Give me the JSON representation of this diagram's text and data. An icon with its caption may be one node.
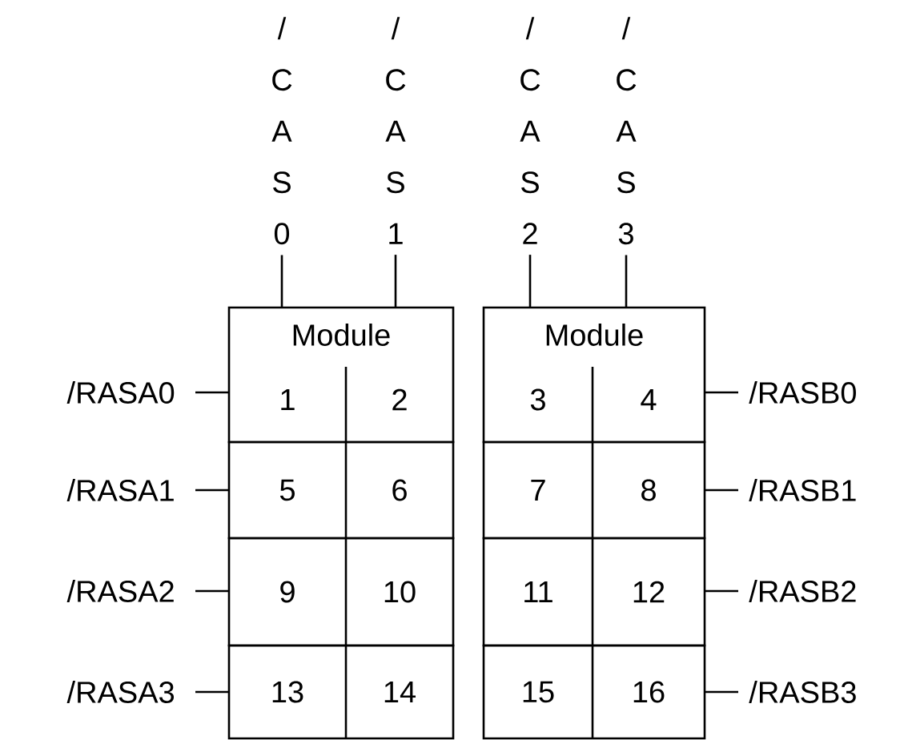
{
  "diagram": {
    "nodes": [
      {
        "text": [
          "Module"
        ]
      },
      {
        "text": [
          "1"
        ],
        "in": 0
      },
      {
        "text": [
          "2"
        ],
        "in": 0
      },
      {
        "text": [
          "Module"
        ]
      },
      {
        "text": [
          "3"
        ],
        "in": 3
      },
      {
        "text": [
          "4"
        ],
        "in": 3
      },
      {
        "text": [],
        "shape": "box"
      },
      {
        "text": [
          "5"
        ],
        "in": 6
      },
      {
        "text": [
          "6"
        ],
        "in": 6
      },
      {
        "text": [],
        "shape": "box"
      },
      {
        "text": [
          "7"
        ],
        "in": 9
      },
      {
        "text": [
          "8"
        ],
        "in": 9
      },
      {
        "text": [],
        "shape": "box"
      },
      {
        "text": [
          "9"
        ],
        "in": 12
      },
      {
        "text": [
          "10"
        ],
        "in": 12
      },
      {
        "text": [],
        "shape": "box"
      },
      {
        "text": [
          "11"
        ],
        "in": 15
      },
      {
        "text": [
          "12"
        ],
        "in": 15
      },
      {
        "text": [],
        "shape": "box"
      },
      {
        "text": [
          "13"
        ],
        "in": 18
      },
      {
        "text": [
          "14"
        ],
        "in": 18
      },
      {
        "text": [],
        "shape": "box"
      },
      {
        "text": [
          "15"
        ],
        "in": 21
      },
      {
        "text": [
          "16"
        ],
        "in": 21
      },
      {
        "text": [
          "/ C A S 0"
        ]
      },
      {
        "text": [
          "/ C A S 1"
        ]
      },
      {
        "text": [
          "/ C A S 2"
        ]
      },
      {
        "text": [
          "/ C A S 3"
        ]
      },
      {
        "text": [
          "/RASA0"
        ]
      },
      {
        "text": [
          "/RASA1"
        ]
      },
      {
        "text": [
          "/RASA2"
        ]
      },
      {
        "text": [
          "/RASA3"
        ]
      },
      {
        "text": [
          "/RASB0"
        ]
      },
      {
        "text": [
          "/RASB1"
        ]
      },
      {
        "text": [
          "/RASB2"
        ]
      },
      {
        "text": [
          "/RASB3"
        ]
      }
    ],
    "edges": [
      {
        "from": 24,
        "to": 0,
        "arrow": "none"
      },
      {
        "from": 25,
        "to": 0,
        "arrow": "none"
      },
      {
        "from": 26,
        "to": 3,
        "arrow": "none"
      },
      {
        "from": 27,
        "to": 3,
        "arrow": "none"
      },
      {
        "from": 28,
        "to": 0,
        "arrow": "none"
      },
      {
        "from": 29,
        "to": 6,
        "arrow": "none"
      },
      {
        "from": 30,
        "to": 12,
        "arrow": "none"
      },
      {
        "from": 31,
        "to": 18,
        "arrow": "none"
      },
      {
        "from": 32,
        "to": 3,
        "arrow": "none"
      },
      {
        "from": 33,
        "to": 9,
        "arrow": "none"
      },
      {
        "from": 34,
        "to": 15,
        "arrow": "none"
      },
      {
        "from": 35,
        "to": 21,
        "arrow": "none"
      }
    ]
  }
}
